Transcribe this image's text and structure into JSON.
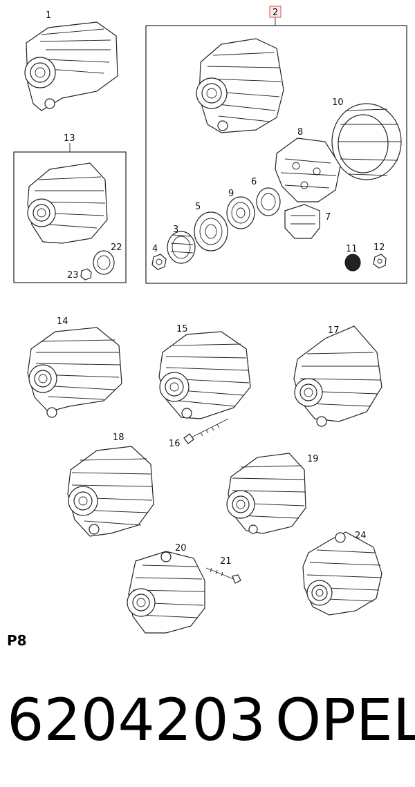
{
  "callouts": {
    "c1": "1",
    "c2": "2",
    "c3": "3",
    "c4": "4",
    "c5": "5",
    "c6": "6",
    "c7": "7",
    "c8": "8",
    "c9": "9",
    "c10": "10",
    "c11": "11",
    "c12": "12",
    "c13": "13",
    "c14": "14",
    "c15": "15",
    "c16": "16",
    "c17": "17",
    "c18": "18",
    "c19": "19",
    "c20": "20",
    "c21": "21",
    "c22": "22",
    "c23": "23",
    "c24": "24"
  },
  "page_code": "P8",
  "part_number": "6204203",
  "brand": "OPEL",
  "colors": {
    "line": "#222222",
    "highlight": "#d9534f"
  }
}
